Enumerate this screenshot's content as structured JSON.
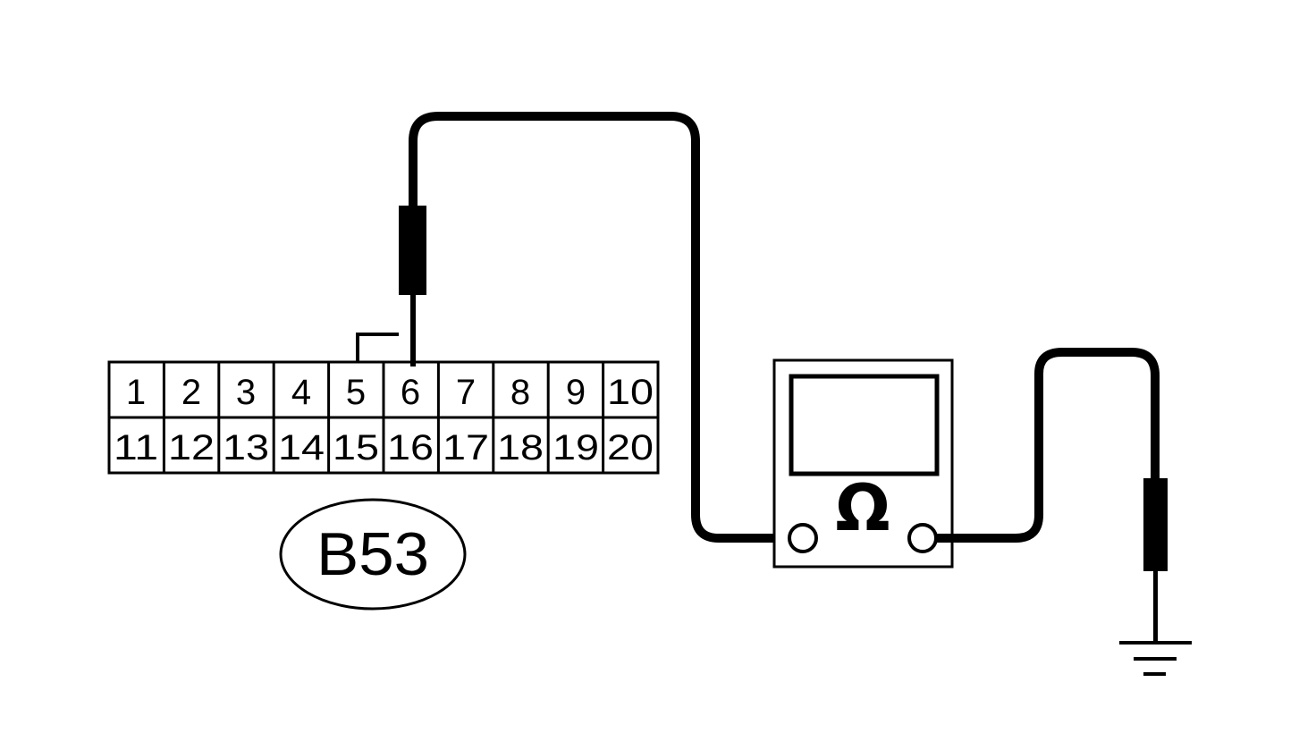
{
  "connector": {
    "id_label": "B53",
    "row1": [
      "1",
      "2",
      "3",
      "4",
      "5",
      "6",
      "7",
      "8",
      "9",
      "10"
    ],
    "row2": [
      "11",
      "12",
      "13",
      "14",
      "15",
      "16",
      "17",
      "18",
      "19",
      "20"
    ]
  },
  "meter": {
    "symbol": "Ω",
    "icon": "ohmmeter-icon"
  },
  "ground": {
    "icon": "ground-icon"
  },
  "colors": {
    "line": "#000000",
    "background": "#ffffff"
  }
}
